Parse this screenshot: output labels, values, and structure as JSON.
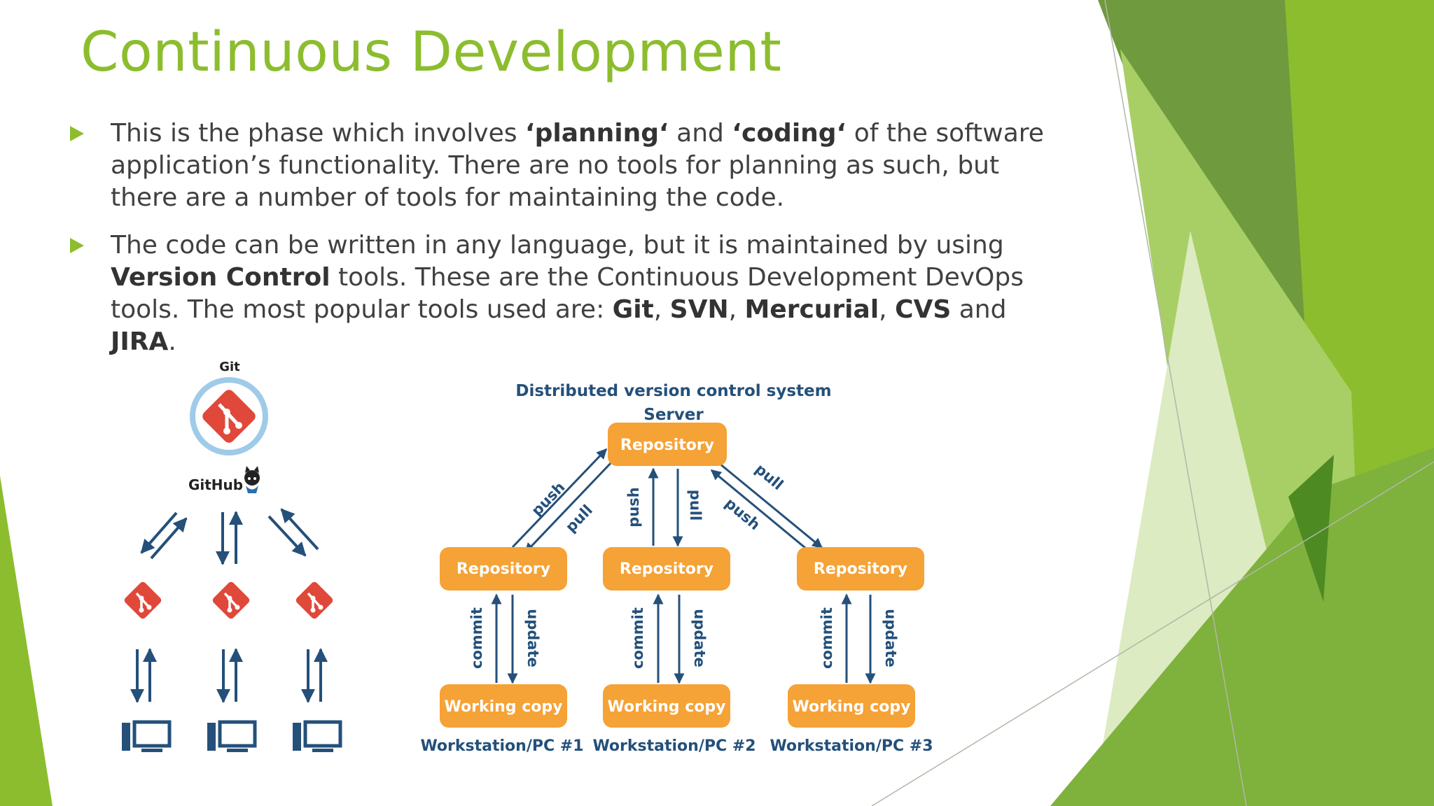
{
  "slide": {
    "title": "Continuous Development",
    "bullets": [
      {
        "p1": "This is the phase which involves ",
        "b1": "‘planning‘",
        "p2": " and ",
        "b2": "‘coding‘",
        "p3": " of the software application’s functionality. There are no tools for planning as such, but there are a number of tools for maintaining the code."
      },
      {
        "p1": "The code can be written in any language, but it is maintained by using ",
        "b1": "Version Control",
        "p2": " tools. These are the Continuous Development DevOps tools. The most popular tools used are: ",
        "t1": "Git",
        "t2": "SVN",
        "t3": "Mercurial",
        "t4": "CVS",
        "t5": "JIRA",
        "sep": ", ",
        "and": " and ",
        "end": "."
      }
    ]
  },
  "left_diagram": {
    "git_label": "Git",
    "github_label": "GitHub"
  },
  "dvcs": {
    "title": "Distributed version control system",
    "server_label": "Server",
    "repo_label": "Repository",
    "working_label": "Working copy",
    "push_label": "push",
    "pull_label": "pull",
    "commit_label": "commit",
    "update_label": "update",
    "workstations": [
      "Workstation/PC #1",
      "Workstation/PC #2",
      "Workstation/PC #3"
    ]
  },
  "colors": {
    "accent": "#8cbd2e",
    "orange": "#f5a236",
    "navy": "#24507a",
    "git_red": "#e0483a",
    "text": "#404040"
  }
}
